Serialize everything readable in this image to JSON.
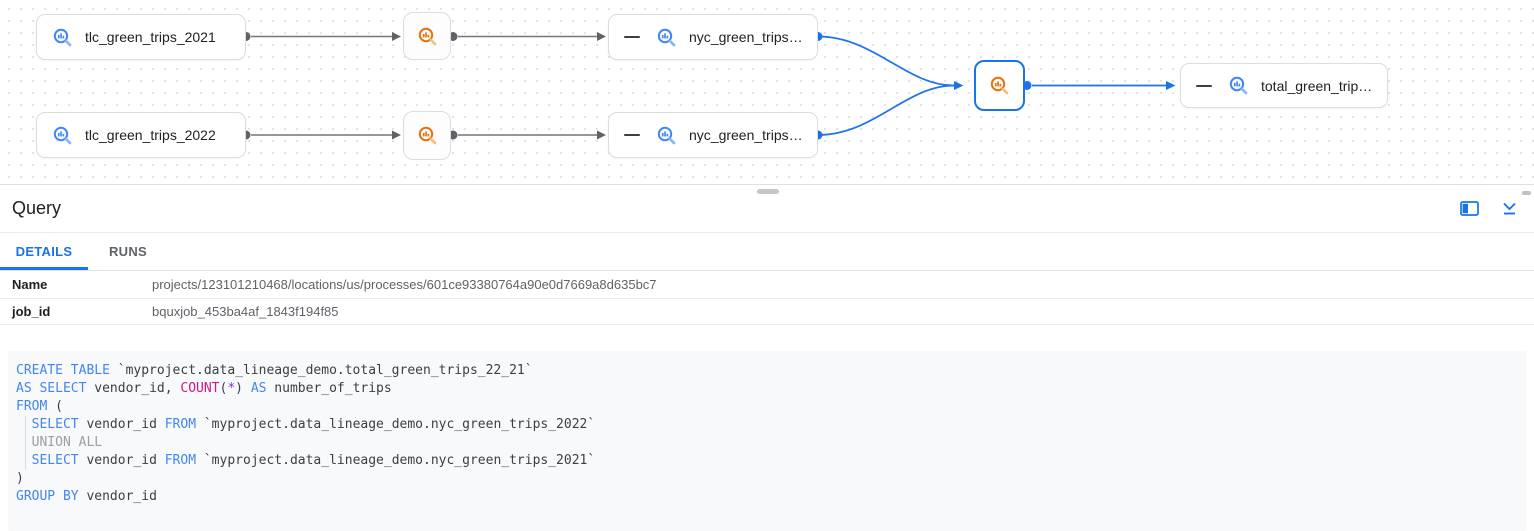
{
  "colors": {
    "accent_blue": "#1a73e8",
    "edge_gray": "#747775",
    "bq_icon_blue": "#4285f4",
    "bq_icon_blue_handle": "#8ab4f8",
    "bq_icon_orange": "#e8710a",
    "bq_icon_orange_handle": "#f8bd79",
    "syntax_keyword": "#4285f4",
    "syntax_function": "#d01884",
    "syntax_operator": "#8430ce",
    "syntax_muted": "#9aa0a6",
    "syntax_text": "#3c4043"
  },
  "graph": {
    "nodes": [
      {
        "label": "tlc_green_trips_2021",
        "type": "table"
      },
      {
        "label": "tlc_green_trips_2022",
        "type": "table"
      },
      {
        "label": "nyc_green_trips…",
        "type": "table"
      },
      {
        "label": "nyc_green_trips…",
        "type": "table"
      },
      {
        "label": "total_green_trip…",
        "type": "table"
      }
    ]
  },
  "panel": {
    "title": "Query",
    "tabs": [
      {
        "label": "DETAILS",
        "active": true
      },
      {
        "label": "RUNS",
        "active": false
      }
    ],
    "fields": [
      {
        "label": "Name",
        "value": "projects/123101210468/locations/us/processes/601ce93380764a90e0d7669a8d635bc7"
      },
      {
        "label": "job_id",
        "value": "bquxjob_453ba4af_1843f194f85"
      }
    ]
  },
  "sql": {
    "lines": [
      [
        {
          "c": "kw",
          "t": "CREATE TABLE"
        },
        {
          "c": "txt",
          "t": " `myproject.data_lineage_demo.total_green_trips_22_21`"
        }
      ],
      [
        {
          "c": "kw",
          "t": "AS SELECT"
        },
        {
          "c": "txt",
          "t": " vendor_id, "
        },
        {
          "c": "fn",
          "t": "COUNT"
        },
        {
          "c": "txt",
          "t": "("
        },
        {
          "c": "op",
          "t": "*"
        },
        {
          "c": "txt",
          "t": ") "
        },
        {
          "c": "kw",
          "t": "AS"
        },
        {
          "c": "txt",
          "t": " number_of_trips"
        }
      ],
      [
        {
          "c": "kw",
          "t": "FROM"
        },
        {
          "c": "txt",
          "t": " ("
        }
      ],
      [
        {
          "c": "txt",
          "t": "  "
        },
        {
          "c": "kw",
          "t": "SELECT"
        },
        {
          "c": "txt",
          "t": " vendor_id "
        },
        {
          "c": "kw",
          "t": "FROM"
        },
        {
          "c": "txt",
          "t": " `myproject.data_lineage_demo.nyc_green_trips_2022`"
        }
      ],
      [
        {
          "c": "txt",
          "t": "  "
        },
        {
          "c": "cm",
          "t": "UNION ALL"
        }
      ],
      [
        {
          "c": "txt",
          "t": "  "
        },
        {
          "c": "kw",
          "t": "SELECT"
        },
        {
          "c": "txt",
          "t": " vendor_id "
        },
        {
          "c": "kw",
          "t": "FROM"
        },
        {
          "c": "txt",
          "t": " `myproject.data_lineage_demo.nyc_green_trips_2021`"
        }
      ],
      [
        {
          "c": "txt",
          "t": ")"
        }
      ],
      [
        {
          "c": "kw",
          "t": "GROUP BY"
        },
        {
          "c": "txt",
          "t": " vendor_id"
        }
      ]
    ]
  }
}
